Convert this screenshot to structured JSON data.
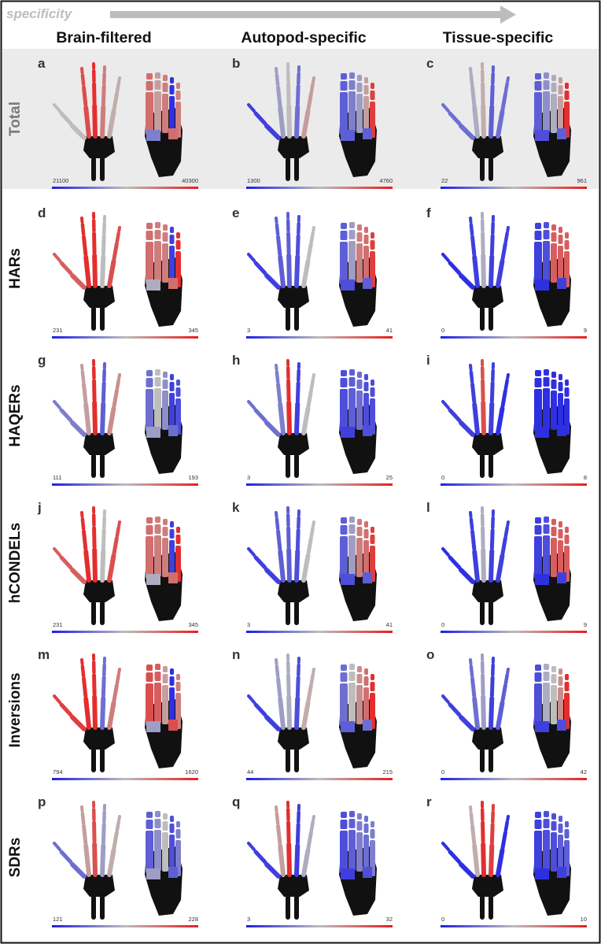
{
  "header": {
    "specificity_label": "specificity",
    "columns": [
      "Brain-filtered",
      "Autopod-specific",
      "Tissue-specific"
    ]
  },
  "colors": {
    "low": "#1f1fe6",
    "mid": "#bdbdbd",
    "high": "#e81e1e",
    "bone_dark": "#111111",
    "arrow": "#bdbdbd",
    "total_band": "#ebebeb"
  },
  "rows": [
    {
      "label": "Total",
      "panels": [
        {
          "letter": "a",
          "min": "21100",
          "max": "40300",
          "hand": [
            0.5,
            0.85,
            0.95,
            0.7,
            0.55,
            0.3
          ],
          "foot": [
            0.75,
            0.6,
            0.7,
            0.05,
            0.7,
            0.3,
            0.75
          ]
        },
        {
          "letter": "b",
          "min": "1300",
          "max": "4760",
          "hand": [
            0.1,
            0.4,
            0.5,
            0.25,
            0.6,
            0.2
          ],
          "foot": [
            0.2,
            0.3,
            0.4,
            0.6,
            0.9,
            0.2,
            0.2
          ]
        },
        {
          "letter": "c",
          "min": "22",
          "max": "961",
          "hand": [
            0.25,
            0.45,
            0.55,
            0.2,
            0.25,
            0.2
          ],
          "foot": [
            0.2,
            0.35,
            0.45,
            0.6,
            0.95,
            0.15,
            0.2
          ]
        }
      ]
    },
    {
      "label": "HARs",
      "panels": [
        {
          "letter": "d",
          "min": "231",
          "max": "345",
          "hand": [
            0.8,
            0.95,
            0.95,
            0.5,
            0.85,
            0.9
          ],
          "foot": [
            0.75,
            0.7,
            0.7,
            0.1,
            0.95,
            0.45,
            0.75
          ]
        },
        {
          "letter": "e",
          "min": "3",
          "max": "41",
          "hand": [
            0.1,
            0.2,
            0.2,
            0.15,
            0.5,
            0.15
          ],
          "foot": [
            0.2,
            0.4,
            0.7,
            0.75,
            0.9,
            0.15,
            0.2
          ]
        },
        {
          "letter": "f",
          "min": "0",
          "max": "9",
          "hand": [
            0.05,
            0.1,
            0.45,
            0.1,
            0.1,
            0.05
          ],
          "foot": [
            0.1,
            0.15,
            0.8,
            0.8,
            0.8,
            0.05,
            0.1
          ]
        }
      ]
    },
    {
      "label": "HAQERs",
      "panels": [
        {
          "letter": "g",
          "min": "111",
          "max": "193",
          "hand": [
            0.3,
            0.6,
            0.95,
            0.2,
            0.65,
            0.3
          ],
          "foot": [
            0.25,
            0.5,
            0.35,
            0.1,
            0.15,
            0.4,
            0.25
          ]
        },
        {
          "letter": "h",
          "min": "3",
          "max": "25",
          "hand": [
            0.25,
            0.3,
            0.95,
            0.1,
            0.5,
            0.15
          ],
          "foot": [
            0.15,
            0.2,
            0.25,
            0.15,
            0.15,
            0.1,
            0.15
          ]
        },
        {
          "letter": "i",
          "min": "0",
          "max": "8",
          "hand": [
            0.1,
            0.1,
            0.85,
            0.1,
            0.05,
            0.05
          ],
          "foot": [
            0.05,
            0.05,
            0.05,
            0.05,
            0.05,
            0.05,
            0.05
          ]
        }
      ]
    },
    {
      "label": "hCONDELs",
      "panels": [
        {
          "letter": "j",
          "min": "231",
          "max": "345",
          "hand": [
            0.8,
            0.95,
            0.95,
            0.5,
            0.85,
            0.9
          ],
          "foot": [
            0.75,
            0.7,
            0.7,
            0.1,
            0.95,
            0.45,
            0.75
          ]
        },
        {
          "letter": "k",
          "min": "3",
          "max": "41",
          "hand": [
            0.1,
            0.2,
            0.2,
            0.15,
            0.5,
            0.15
          ],
          "foot": [
            0.2,
            0.4,
            0.7,
            0.75,
            0.9,
            0.15,
            0.2
          ]
        },
        {
          "letter": "l",
          "min": "0",
          "max": "9",
          "hand": [
            0.05,
            0.1,
            0.45,
            0.1,
            0.1,
            0.05
          ],
          "foot": [
            0.1,
            0.15,
            0.8,
            0.8,
            0.8,
            0.05,
            0.1
          ]
        }
      ]
    },
    {
      "label": "Inversions",
      "panels": [
        {
          "letter": "m",
          "min": "794",
          "max": "1620",
          "hand": [
            0.9,
            0.95,
            0.95,
            0.25,
            0.7,
            0.45
          ],
          "foot": [
            0.85,
            0.8,
            0.6,
            0.05,
            0.7,
            0.4,
            0.85
          ]
        },
        {
          "letter": "n",
          "min": "44",
          "max": "215",
          "hand": [
            0.1,
            0.4,
            0.45,
            0.15,
            0.55,
            0.2
          ],
          "foot": [
            0.25,
            0.5,
            0.65,
            0.75,
            0.95,
            0.2,
            0.25
          ]
        },
        {
          "letter": "o",
          "min": "0",
          "max": "42",
          "hand": [
            0.1,
            0.25,
            0.4,
            0.1,
            0.2,
            0.1
          ],
          "foot": [
            0.15,
            0.45,
            0.5,
            0.65,
            0.95,
            0.1,
            0.15
          ]
        }
      ]
    },
    {
      "label": "SDRs",
      "panels": [
        {
          "letter": "p",
          "min": "121",
          "max": "228",
          "hand": [
            0.25,
            0.6,
            0.85,
            0.4,
            0.55,
            0.3
          ],
          "foot": [
            0.2,
            0.35,
            0.5,
            0.15,
            0.3,
            0.4,
            0.2
          ]
        },
        {
          "letter": "q",
          "min": "3",
          "max": "32",
          "hand": [
            0.1,
            0.6,
            0.95,
            0.1,
            0.45,
            0.15
          ],
          "foot": [
            0.15,
            0.2,
            0.3,
            0.25,
            0.3,
            0.1,
            0.15
          ]
        },
        {
          "letter": "r",
          "min": "0",
          "max": "10",
          "hand": [
            0.05,
            0.55,
            0.95,
            0.9,
            0.05,
            0.05
          ],
          "foot": [
            0.1,
            0.15,
            0.15,
            0.2,
            0.2,
            0.05,
            0.1
          ]
        }
      ]
    }
  ]
}
